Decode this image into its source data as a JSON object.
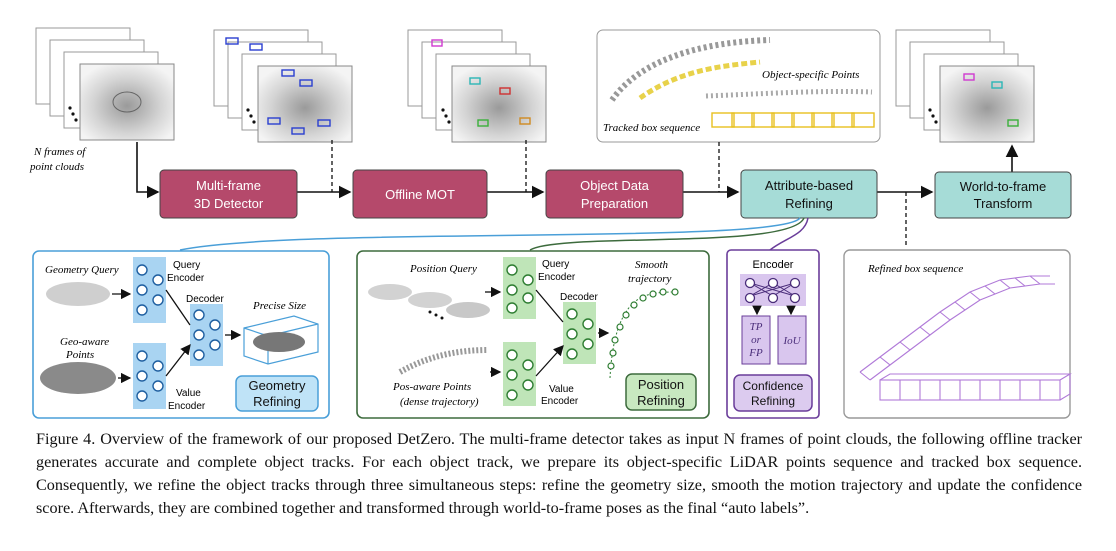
{
  "pipeline": {
    "detector": [
      "Multi-frame",
      "3D Detector"
    ],
    "mot": "Offline MOT",
    "prep": [
      "Object Data",
      "Preparation"
    ],
    "refining": [
      "Attribute-based",
      "Refining"
    ],
    "transform": [
      "World-to-frame",
      "Transform"
    ]
  },
  "inputs": {
    "frames_label": [
      "N frames of",
      "point clouds"
    ],
    "tracked_box_label": "Tracked box sequence",
    "object_points_label": "Object-specific Points"
  },
  "geometry_panel": {
    "query_label": "Geometry Query",
    "points_label": [
      "Geo-aware",
      "Points"
    ],
    "query_encoder": [
      "Query",
      "Encoder"
    ],
    "value_encoder": [
      "Value",
      "Encoder"
    ],
    "decoder": "Decoder",
    "output": "Precise Size",
    "badge": [
      "Geometry",
      "Refining"
    ]
  },
  "position_panel": {
    "query_label": "Position Query",
    "points_label": [
      "Pos-aware Points",
      "(dense trajectory)"
    ],
    "query_encoder": [
      "Query",
      "Encoder"
    ],
    "value_encoder": [
      "Value",
      "Encoder"
    ],
    "decoder": "Decoder",
    "output": [
      "Smooth",
      "trajectory"
    ],
    "badge": [
      "Position",
      "Refining"
    ]
  },
  "confidence_panel": {
    "encoder": "Encoder",
    "tp_box": [
      "TP",
      "or",
      "FP"
    ],
    "iou_box": "IoU",
    "badge": [
      "Confidence",
      "Refining"
    ]
  },
  "refined_panel": {
    "label": "Refined box sequence"
  },
  "colors": {
    "pipeline_pink": "#b5496b",
    "refining_teal": "#a6dcd7",
    "geometry_blue": "#4a9fd8",
    "position_green": "#3d6b3d",
    "confidence_purple": "#6a3d9a"
  },
  "caption": {
    "figure_no": "Figure 4.",
    "text": "Overview of the framework of our proposed DetZero. The multi-frame detector takes as input N frames of point clouds, the following offline tracker generates accurate and complete object tracks. For each object track, we prepare its object-specific LiDAR points sequence and tracked box sequence. Consequently, we refine the object tracks through three simultaneous steps: refine the geometry size, smooth the motion trajectory and update the confidence score. Afterwards, they are combined together and transformed through world-to-frame poses as the final “auto labels”."
  }
}
